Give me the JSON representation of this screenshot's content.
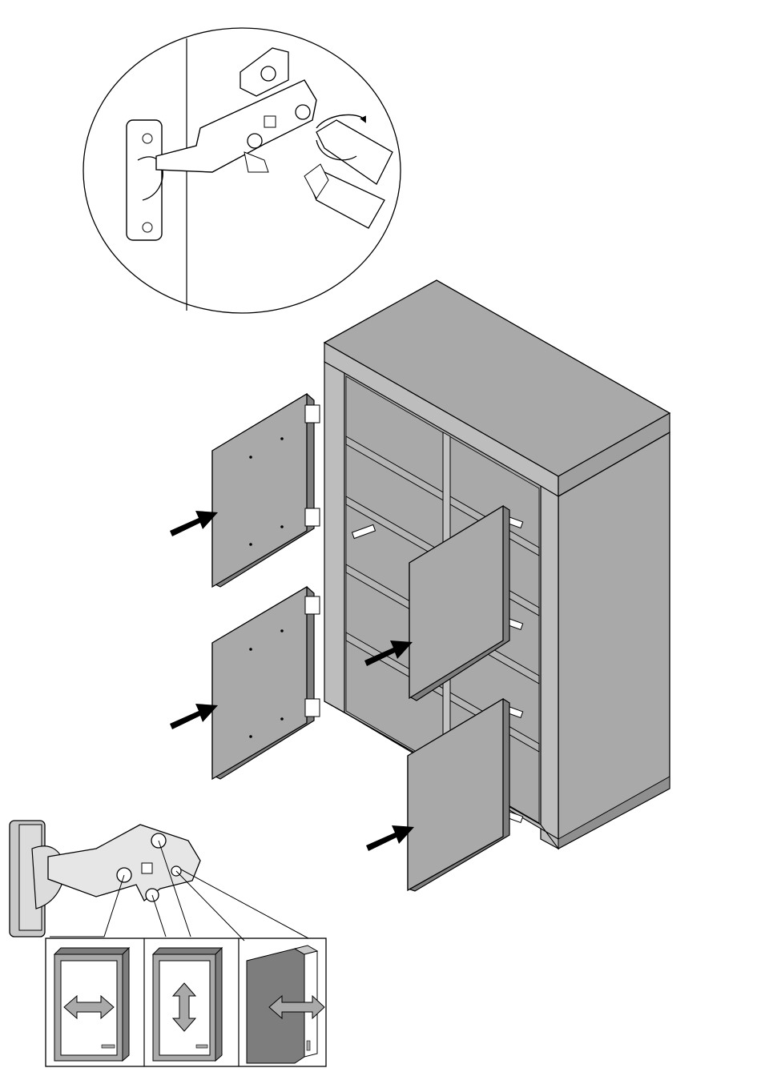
{
  "page": {
    "kind": "furniture assembly instruction – hinge door mounting & adjustment"
  },
  "colors": {
    "panel_grey": "#a9a9a9",
    "panel_grey_dark": "#7d7d7d",
    "panel_grey_light": "#c9c9c9",
    "line": "#000000",
    "background": "#ffffff"
  },
  "icons": {
    "detail_zoom": "hinge-screwdriver-detail",
    "adjust_side": "double-arrow-horizontal-icon",
    "adjust_height": "double-arrow-vertical-icon",
    "adjust_depth": "double-arrow-depth-icon",
    "push_arrow": "push-arrow-icon"
  },
  "doors": [
    {
      "id": "upper-left"
    },
    {
      "id": "lower-left"
    },
    {
      "id": "center"
    },
    {
      "id": "bottom-right"
    }
  ]
}
